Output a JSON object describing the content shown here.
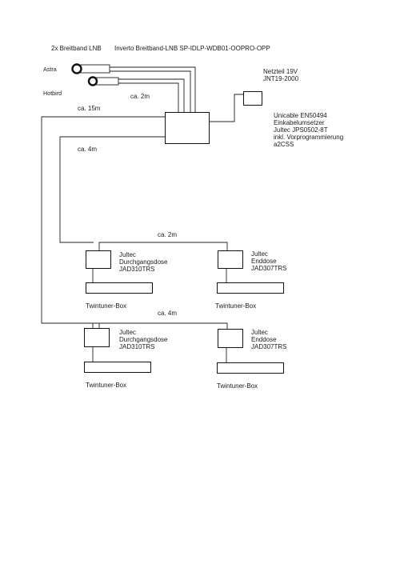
{
  "header": {
    "lnb_count": "2x Breitband LNB",
    "lnb_model": "Inverto Breitband-LNB SP-IDLP-WDB01-OOPRO-OPP"
  },
  "satellites": {
    "astra": "Astra",
    "hotbird": "Hotbird"
  },
  "power_supply": {
    "line1": "Netzteil 19V",
    "line2": "JNT19-2000"
  },
  "unicable": {
    "line1": "Unicable EN50494",
    "line2": "Einkabelumsetzer",
    "line3": "Jultec JPS0502-8T",
    "line4": "inkl. Vorprogrammierung",
    "line5": "a2CSS"
  },
  "distances": {
    "lnb_to_converter": "ca. 2m",
    "converter_to_lower": "ca. 15m",
    "converter_to_upper": "ca. 4m",
    "upper_branch": "ca. 2m",
    "lower_branch": "ca. 4m"
  },
  "floors": [
    {
      "through_socket": {
        "line1": "Jultec",
        "line2": "Durchgangsdose",
        "line3": "JAD310TRS"
      },
      "end_socket": {
        "line1": "Jultec",
        "line2": "Enddose",
        "line3": "JAD307TRS"
      },
      "receiver_left": "Twintuner-Box",
      "receiver_right": "Twintuner-Box"
    },
    {
      "through_socket": {
        "line1": "Jultec",
        "line2": "Durchgangsdose",
        "line3": "JAD310TRS"
      },
      "end_socket": {
        "line1": "Jultec",
        "line2": "Enddose",
        "line3": "JAD307TRS"
      },
      "receiver_left": "Twintuner-Box",
      "receiver_right": "Twintuner-Box"
    }
  ]
}
